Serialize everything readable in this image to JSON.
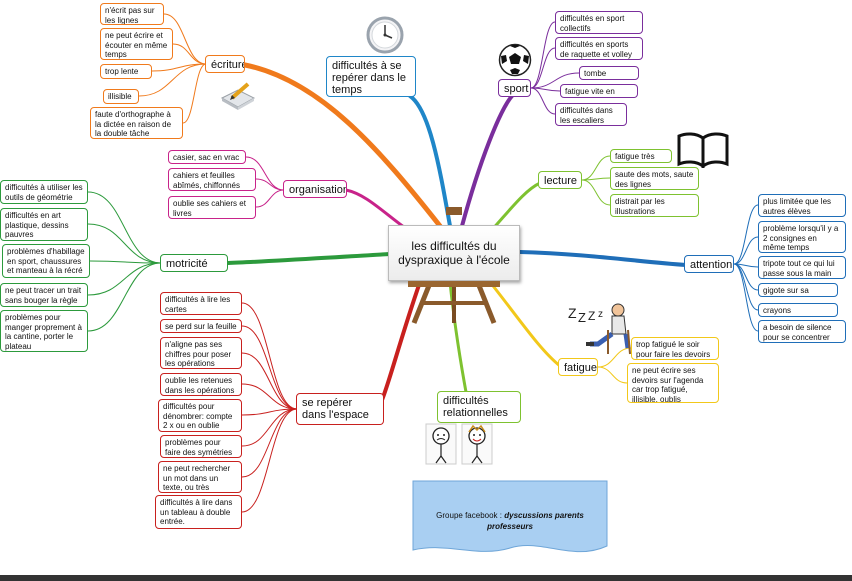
{
  "center": "les difficultés du dyspraxique à l'école",
  "branches": {
    "ecriture": {
      "label": "écriture",
      "color": "#f07a1c",
      "items": [
        "n'écrit pas sur les lignes",
        "ne peut écrire et écouter en même temps",
        "trop lente",
        "illisible",
        "faute d'orthographe à la dictée en raison de la double tâche"
      ]
    },
    "temps": {
      "label": "difficultés à se repérer dans le temps",
      "color": "#1f86c8"
    },
    "sport": {
      "label": "sport",
      "color": "#7a2e9c",
      "items": [
        "difficultés en sport collectifs",
        "difficultés en sports de raquette et volley",
        "tombe souvent",
        "fatigue vite en sport",
        "difficultés dans les escaliers"
      ]
    },
    "organisation": {
      "label": "organisation",
      "color": "#c8238a",
      "items": [
        "casier, sac en vrac",
        "cahiers et feuilles abîmés, chiffonnés",
        "oublie ses cahiers et livres"
      ]
    },
    "lecture": {
      "label": "lecture",
      "color": "#7ec230",
      "items": [
        "fatigue très vite",
        "saute des mots, saute des lignes",
        "distrait par les illustrations"
      ]
    },
    "motricite": {
      "label": "motricité fine",
      "color": "#2c9a3c",
      "items": [
        "difficultés à utiliser les outils de géométrie",
        "difficultés en art plastique, dessins pauvres",
        "problèmes d'habillage en sport, chaussures et manteau à la récré",
        "ne peut tracer un trait sans bouger la règle",
        "problèmes pour manger proprement à la cantine, porter le plateau"
      ]
    },
    "attention": {
      "label": "attention",
      "color": "#1f6eb8",
      "items": [
        "plus limitée que les autres élèves",
        "problème lorsqu'il y a 2 consignes en même temps",
        "tripote tout ce qui lui passe sous la main",
        "gigote sur sa chaise",
        "crayons machouillés",
        "a besoin de silence pour se concentrer"
      ]
    },
    "espace": {
      "label": "se repérer dans l'espace",
      "color": "#c8201e",
      "items": [
        "difficultés à lire les cartes géographiques",
        "se perd sur la feuille",
        "n'aligne pas ses chiffres pour poser les opérations",
        "oublie les retenues dans les opérations",
        "difficultés pour dénombrer: compte 2 x ou en oublie",
        "problèmes pour faire des symétries",
        "ne peut rechercher un mot dans un texte, ou très difficilement",
        "difficultés à lire dans un tableau à double entrée."
      ]
    },
    "relationnelles": {
      "label": "difficultés relationnelles",
      "color": "#7ec230"
    },
    "fatigue": {
      "label": "fatigue",
      "color": "#f2c81a",
      "items": [
        "trop fatigué le soir pour faire les devoirs",
        "ne peut écrire ses devoirs sur l'agenda car trop fatigué, illisible, oublis"
      ]
    }
  },
  "facebook": {
    "prefix": "Groupe facebook :",
    "name": "dyscussions parents professeurs"
  },
  "icons": [
    "clock-icon",
    "football-icon",
    "book-icon",
    "pencil-paper-icon",
    "easel-icon",
    "sleeping-person-icon",
    "faces-icon"
  ]
}
